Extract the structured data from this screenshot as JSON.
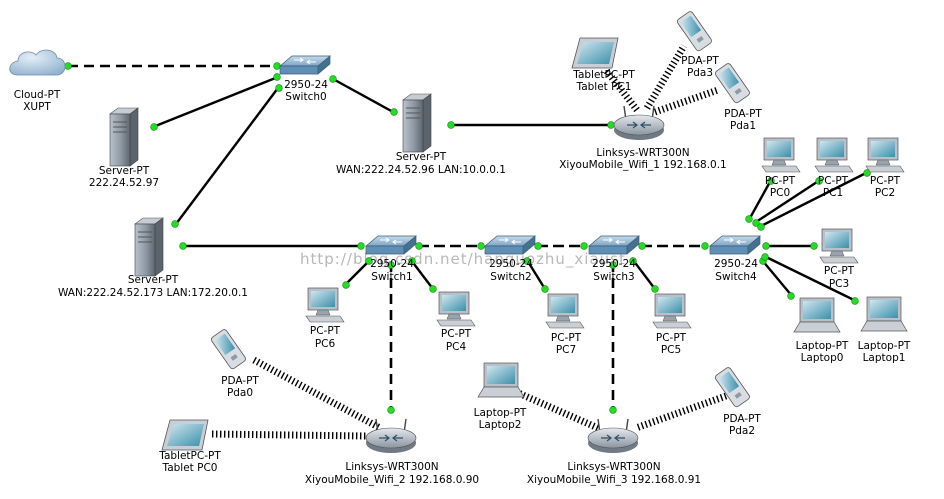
{
  "watermark": "http://blog.csdn.net/hanguozhu_xiaust",
  "nodes": {
    "cloud": {
      "line1": "Cloud-PT",
      "line2": "XUPT"
    },
    "server_a": {
      "line1": "Server-PT",
      "line2": "222.24.52.97"
    },
    "switch0": {
      "line1": "2950-24",
      "line2": "Switch0"
    },
    "server_b": {
      "line1": "Server-PT",
      "line2": "WAN:222.24.52.96  LAN:10.0.0.1"
    },
    "router1": {
      "line1": "Linksys-WRT300N",
      "line2": "XiyouMobile_Wifi_1 192.168.0.1"
    },
    "tablet1": {
      "line1": "TabletPC-PT",
      "line2": "Tablet PC1"
    },
    "pda3": {
      "line1": "PDA-PT",
      "line2": "Pda3"
    },
    "pda1": {
      "line1": "PDA-PT",
      "line2": "Pda1"
    },
    "server_c": {
      "line1": "Server-PT",
      "line2": "WAN:222.24.52.173  LAN:172.20.0.1"
    },
    "switch1": {
      "line1": "2950-24",
      "line2": "Switch1"
    },
    "switch2": {
      "line1": "2950-24",
      "line2": "Switch2"
    },
    "switch3": {
      "line1": "2950-24",
      "line2": "Switch3"
    },
    "switch4": {
      "line1": "2950-24",
      "line2": "Switch4"
    },
    "pc0": {
      "line1": "PC-PT",
      "line2": "PC0"
    },
    "pc1": {
      "line1": "PC-PT",
      "line2": "PC1"
    },
    "pc2": {
      "line1": "PC-PT",
      "line2": "PC2"
    },
    "pc3": {
      "line1": "PC-PT",
      "line2": "PC3"
    },
    "laptop0": {
      "line1": "Laptop-PT",
      "line2": "Laptop0"
    },
    "laptop1": {
      "line1": "Laptop-PT",
      "line2": "Laptop1"
    },
    "pc6": {
      "line1": "PC-PT",
      "line2": "PC6"
    },
    "pc4": {
      "line1": "PC-PT",
      "line2": "PC4"
    },
    "pc7": {
      "line1": "PC-PT",
      "line2": "PC7"
    },
    "pc5": {
      "line1": "PC-PT",
      "line2": "PC5"
    },
    "pda0": {
      "line1": "PDA-PT",
      "line2": "Pda0"
    },
    "tablet0": {
      "line1": "TabletPC-PT",
      "line2": "Tablet PC0"
    },
    "router2": {
      "line1": "Linksys-WRT300N",
      "line2": "XiyouMobile_Wifi_2 192.168.0.90"
    },
    "laptop2": {
      "line1": "Laptop-PT",
      "line2": "Laptop2"
    },
    "router3": {
      "line1": "Linksys-WRT300N",
      "line2": "XiyouMobile_Wifi_3 192.168.0.91"
    },
    "pda2": {
      "line1": "PDA-PT",
      "line2": "Pda2"
    }
  },
  "colors": {
    "link": "#000000",
    "link_up_dot": "#22dd22",
    "device_gray": "#8f9aa6",
    "switch_blue": "#5f8fb4",
    "cloud_blue": "#a9c3da",
    "screen_teal": "#3d8fa9"
  }
}
